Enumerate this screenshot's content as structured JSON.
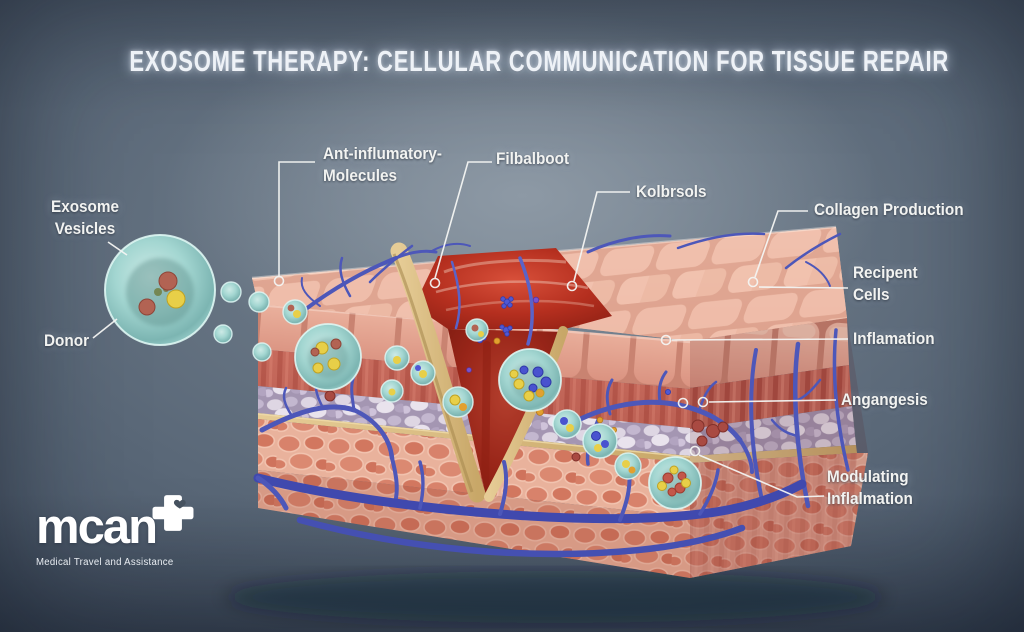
{
  "title": "EXOSOME THERAPY: CELLULAR COMMUNICATION FOR TISSUE REPAIR",
  "labels": {
    "exosome_vesicles": "Exosome\nVesicles",
    "donor": "Donor",
    "anti_inflammatory_molecules": "Ant-influmatory-\nMolecules",
    "filbalboot": "Filbalboot",
    "kolbrsols": "Kolbrsols",
    "collagen_production": "Collagen Production",
    "recipient_cells": "Recipent\nCells",
    "inflammation": "Inflamation",
    "angiogenesis": "Angangesis",
    "modulating_inflammation": "Modulating\nInflalmation"
  },
  "logo": {
    "name": "mcan",
    "tagline": "Medical Travel and Assistance"
  },
  "colors": {
    "background_center": "#8a96a2",
    "background_edge": "#3a4759",
    "label_text": "#f2f3f1",
    "epidermis_pink": "#edb4a0",
    "wound_red": "#b03022",
    "matrix_lavender": "#cfc5d6",
    "dermis_salmon": "#dd9480",
    "tan_layer": "#d9bd88",
    "vessel_blue": "#4b55b5",
    "vesicle_teal": "#9fd6d0",
    "molecule_yellow": "#e9c836",
    "molecule_blue": "#4953cf",
    "molecule_red": "#c3574a"
  }
}
